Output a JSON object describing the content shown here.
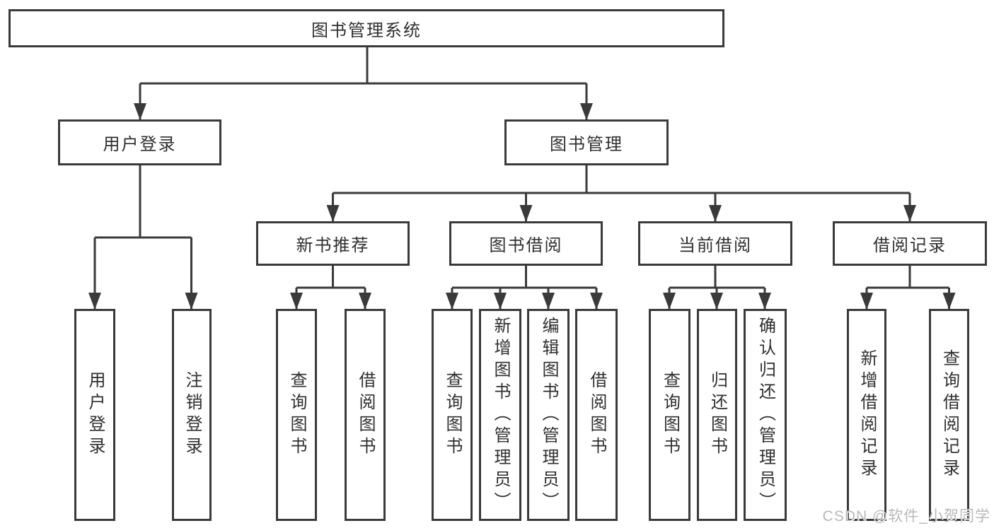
{
  "diagram": {
    "root": {
      "label": "图书管理系统"
    },
    "branches": [
      {
        "label": "用户登录",
        "children": [
          {
            "label": "用户登录"
          },
          {
            "label": "注销登录"
          }
        ]
      },
      {
        "label": "图书管理",
        "children": [
          {
            "label": "新书推荐",
            "children": [
              {
                "label": "查询图书"
              },
              {
                "label": "借阅图书"
              }
            ]
          },
          {
            "label": "图书借阅",
            "children": [
              {
                "label": "查询图书"
              },
              {
                "label": "新增图书（管理员）"
              },
              {
                "label": "编辑图书（管理员）"
              },
              {
                "label": "借阅图书"
              }
            ]
          },
          {
            "label": "当前借阅",
            "children": [
              {
                "label": "查询图书"
              },
              {
                "label": "归还图书"
              },
              {
                "label": "确认归还（管理员）"
              }
            ]
          },
          {
            "label": "借阅记录",
            "children": [
              {
                "label": "新增借阅记录"
              },
              {
                "label": "查询借阅记录"
              }
            ]
          }
        ]
      }
    ]
  },
  "watermark": {
    "text": "CSDN @软件_小贺同学"
  },
  "colors": {
    "line": "#3a3a3a",
    "box_border": "#3a3a3a",
    "text": "#2f2f2f",
    "watermark": "#b9b9b9",
    "background": "#ffffff"
  }
}
